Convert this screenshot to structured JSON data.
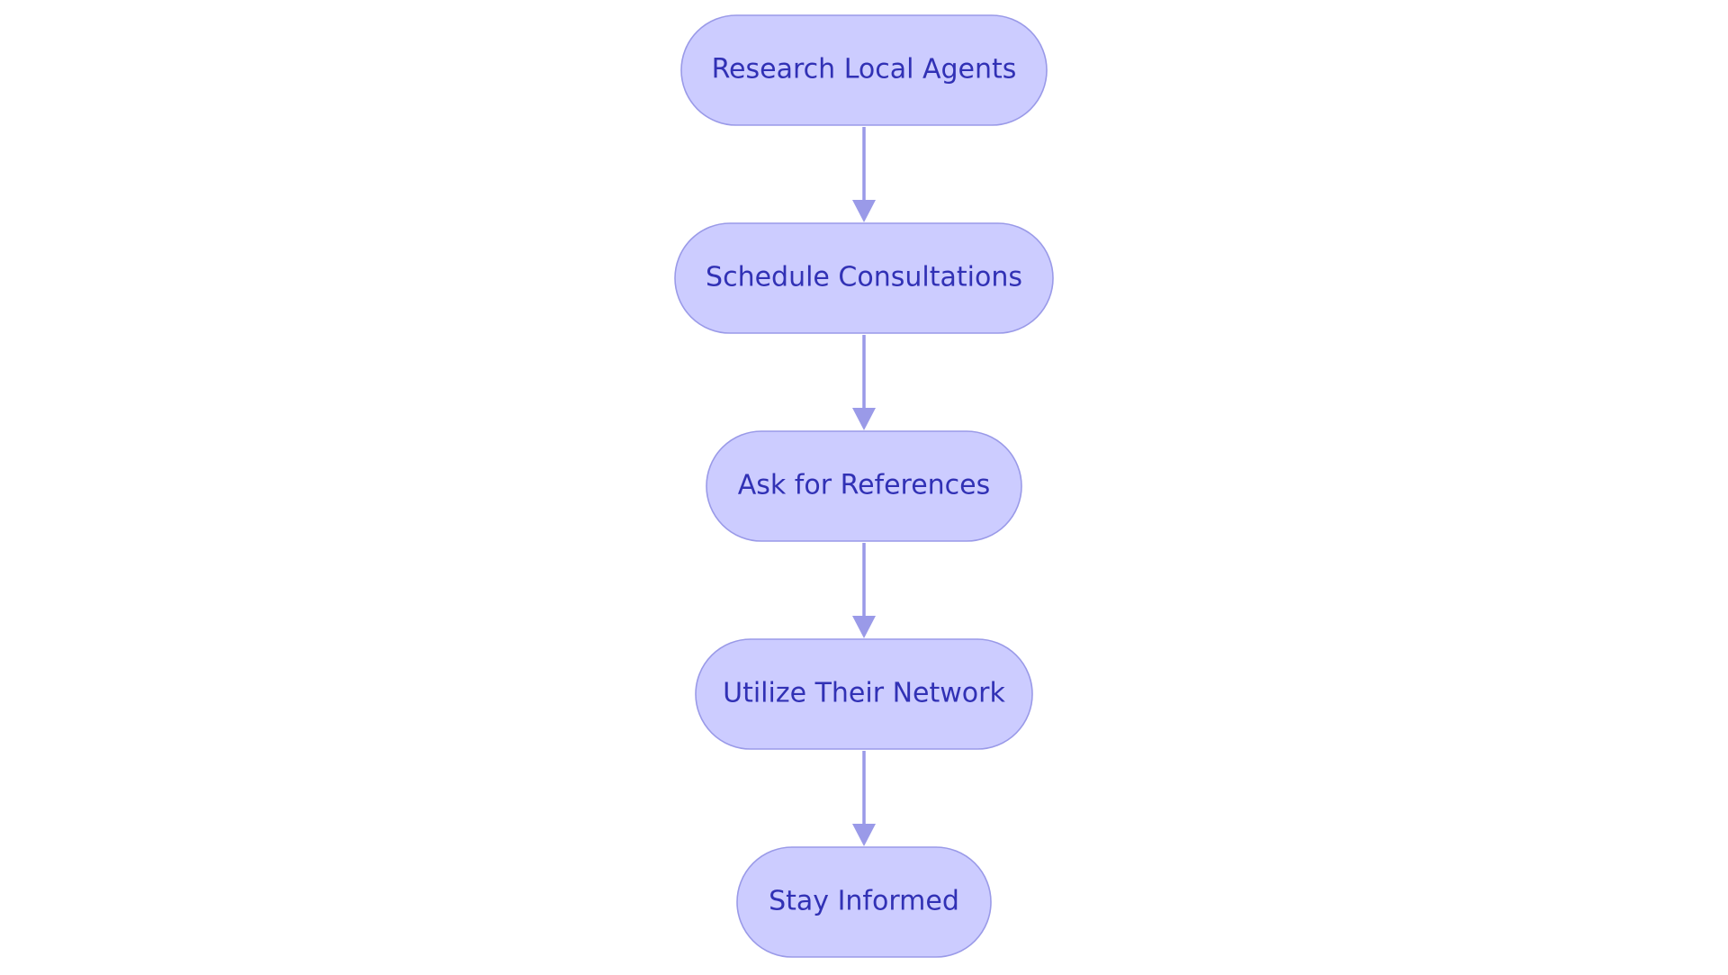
{
  "diagram": {
    "type": "flowchart",
    "direction": "top-to-bottom",
    "nodes": [
      {
        "id": "research",
        "label": "Research Local Agents"
      },
      {
        "id": "schedule",
        "label": "Schedule Consultations"
      },
      {
        "id": "references",
        "label": "Ask for References"
      },
      {
        "id": "network",
        "label": "Utilize Their Network"
      },
      {
        "id": "informed",
        "label": "Stay Informed"
      }
    ],
    "edges": [
      {
        "from": "research",
        "to": "schedule"
      },
      {
        "from": "schedule",
        "to": "references"
      },
      {
        "from": "references",
        "to": "network"
      },
      {
        "from": "network",
        "to": "informed"
      }
    ]
  },
  "colors": {
    "node_fill": "#ccccff",
    "node_stroke": "#9a9ae8",
    "label_text": "#3131b5",
    "edge": "#9a9ae8"
  }
}
